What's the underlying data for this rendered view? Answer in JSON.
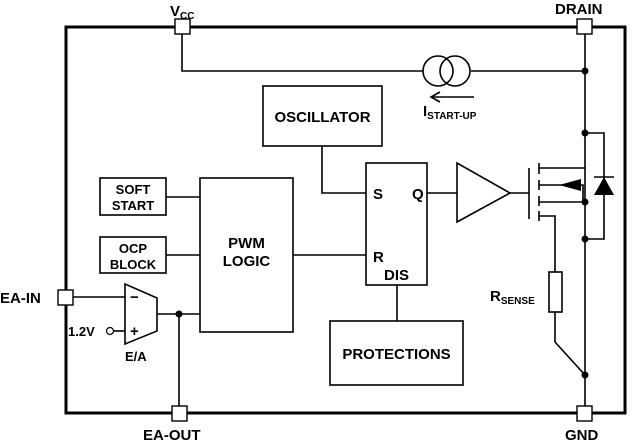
{
  "pins": {
    "vcc": {
      "main": "V",
      "sub": "CC"
    },
    "drain": "DRAIN",
    "gnd": "GND",
    "ea_in": "EA-IN",
    "ea_out": "EA-OUT"
  },
  "blocks": {
    "oscillator": "OSCILLATOR",
    "soft_start": [
      "SOFT",
      "START"
    ],
    "ocp_block": [
      "OCP",
      "BLOCK"
    ],
    "pwm_logic": [
      "PWM",
      "LOGIC"
    ],
    "protections": "PROTECTIONS"
  },
  "flipflop": {
    "s": "S",
    "q": "Q",
    "r": "R",
    "dis": "DIS"
  },
  "current_source": {
    "main": "I",
    "sub": "START-UP"
  },
  "error_amp": {
    "label": "E/A",
    "minus": "−",
    "plus": "+",
    "reference": "1.2V"
  },
  "rsense": {
    "main": "R",
    "sub": "SENSE"
  }
}
